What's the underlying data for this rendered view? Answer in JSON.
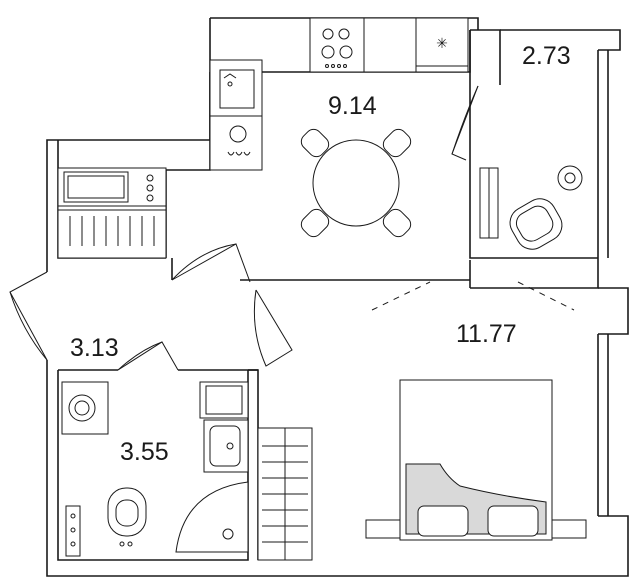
{
  "rooms": {
    "kitchen": {
      "area": "9.14"
    },
    "balcony": {
      "area": "2.73"
    },
    "hallway": {
      "area": "3.13"
    },
    "bathroom": {
      "area": "3.55"
    },
    "bedroom": {
      "area": "11.77"
    }
  },
  "colors": {
    "wall": "#1a1a1a",
    "background": "#ffffff",
    "bed_cover": "#d9d9d9"
  }
}
